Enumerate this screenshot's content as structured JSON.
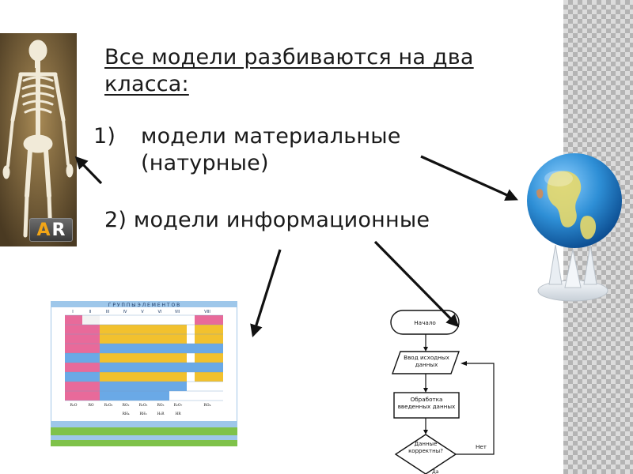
{
  "slide": {
    "title": "Все модели разбиваются на два класса:",
    "item1_num": "1)",
    "item1_text": "модели материальные (натурные)",
    "item2_text": "2) модели информационные"
  },
  "skeleton_badge": {
    "letter_a": "A",
    "letter_r": "R"
  },
  "periodic_table": {
    "header": "Г Р У П П Ы   Э Л Е М Е Н Т О В",
    "groups": [
      "I",
      "II",
      "III",
      "IV",
      "V",
      "VI",
      "VII",
      "VIII"
    ],
    "oxides": [
      "R₂O",
      "RO",
      "R₂O₃",
      "RO₂",
      "R₂O₅",
      "RO₃",
      "R₂O₇",
      "RO₄"
    ],
    "hydrides": [
      "RH₄",
      "RH₃",
      "H₂R",
      "HR"
    ]
  },
  "flowchart": {
    "start": "Начало",
    "input": "Ввод исходных данных",
    "process": "Обработка введенных данных",
    "decision": "Данные корректны?",
    "no": "Нет",
    "yes": "Да"
  },
  "colors": {
    "arrow": "#111111",
    "checker_light": "#dcdcdc",
    "checker_dark": "#b4b4b4",
    "globe_ocean": "#2e8fd6",
    "globe_land": "#e8d96a"
  }
}
